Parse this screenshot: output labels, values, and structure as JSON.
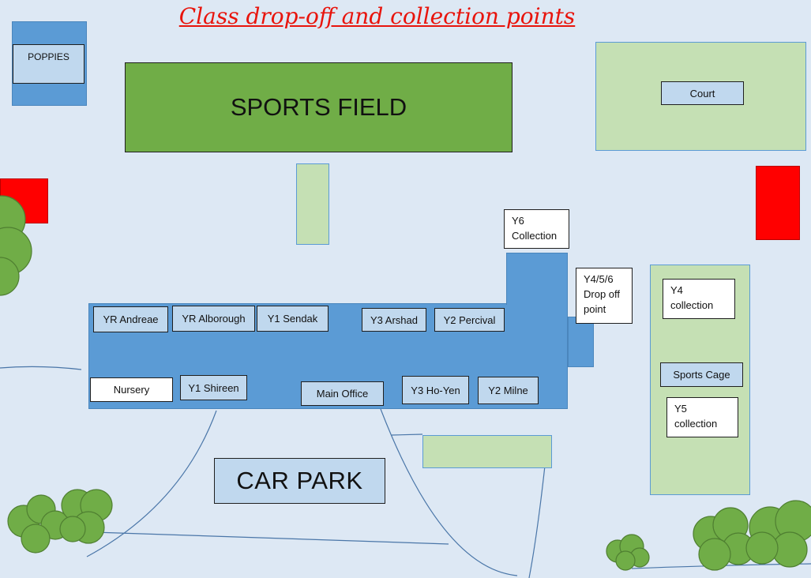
{
  "title": "Class drop-off and collection points",
  "areas": {
    "sports_field": "SPORTS FIELD",
    "car_park": "CAR PARK",
    "court": "Court",
    "poppies": "POPPIES",
    "sports_cage": "Sports Cage"
  },
  "classrooms": {
    "yr_andreae": "YR Andreae",
    "yr_alborough": "YR Alborough",
    "y1_sendak": "Y1 Sendak",
    "y3_arshad": "Y3 Arshad",
    "y2_percival": "Y2 Percival",
    "nursery": "Nursery",
    "y1_shireen": "Y1 Shireen",
    "main_office": "Main Office",
    "y3_ho_yen": "Y3 Ho-Yen",
    "y2_milne": "Y2 Milne"
  },
  "points": {
    "y6_collection": "Y6\nCollection",
    "y456_dropoff": "Y4/5/6\nDrop off\npoint",
    "y4_collection": "Y4\ncollection",
    "y5_collection": "Y5\ncollection"
  },
  "colors": {
    "building": "#5b9bd5",
    "grass": "#c5e0b4",
    "field": "#70ad47",
    "marker": "#ff0000",
    "title": "#e8140c",
    "tree": "#70ad47"
  }
}
